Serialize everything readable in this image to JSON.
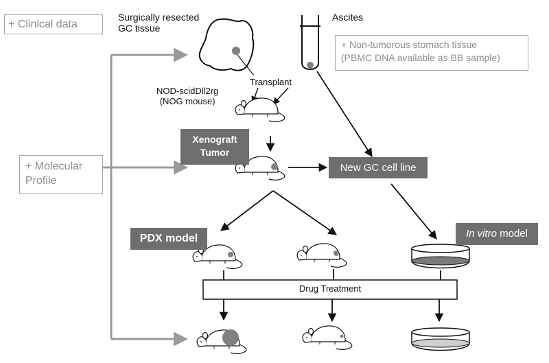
{
  "labels": {
    "clinical_data": "+ Clinical data",
    "surgical_line1": "Surgically resected",
    "surgical_line2": "GC tissue",
    "ascites": "Ascites",
    "non_tumor_line1": "+ Non-tumorous stomach tissue",
    "non_tumor_line2": "(PBMC DNA available as BB sample)",
    "nog_line1": "NOD-scidDll2rg",
    "nog_line2": "(NOG mouse)",
    "transplant": "Transplant",
    "xenograft_line1": "Xenograft",
    "xenograft_line2": "Tumor",
    "molecular_line1": "+ Molecular",
    "molecular_line2": "Profile",
    "new_cell_line": "New GC cell line",
    "pdx_model": "PDX model",
    "in_vitro_italic": "In vitro",
    "in_vitro_rest": " model",
    "drug_treatment": "Drug Treatment"
  },
  "colors": {
    "grey_box_border": "#a6a6a6",
    "grey_text": "#8c8c8c",
    "dark_box": "#6e6e6e",
    "arrow_black": "#111111",
    "arrow_grey": "#9a9a9a",
    "tumor": "#808080",
    "dish_fill_dark": "#7a7a7a",
    "dish_fill_light": "#d0d0d0"
  }
}
